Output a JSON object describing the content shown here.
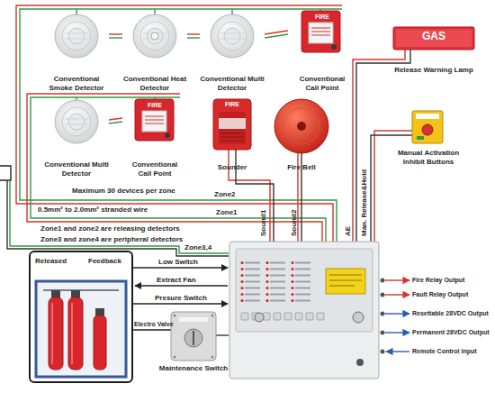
{
  "diagram": {
    "nodes": [
      {
        "text": [
          "Conventional Smoke Detector"
        ]
      },
      {
        "text": [
          "Conventional Heat Detector"
        ]
      },
      {
        "text": [
          "Conventional Multi Detector"
        ]
      },
      {
        "text": [
          "FIRE",
          "Conventional Call Point"
        ]
      },
      {
        "text": [
          "GAS",
          "Release Warning Lamp"
        ]
      },
      {
        "text": [
          "Conventional Multi Detector"
        ]
      },
      {
        "text": [
          "FIRE",
          "Conventional Call Point"
        ]
      },
      {
        "text": [
          "FIRE",
          "Sounder"
        ]
      },
      {
        "text": [
          "Fire Bell"
        ]
      },
      {
        "text": [
          "Manual Activation Inhibit Buttons"
        ]
      },
      {
        "text": [
          "Released",
          "Feedback"
        ]
      },
      {
        "text": [
          "Maintenance Switch"
        ]
      }
    ],
    "edges": [
      {
        "from": 0,
        "to": 1,
        "arrow": "none"
      },
      {
        "from": 1,
        "to": 2,
        "arrow": "none"
      },
      {
        "from": 2,
        "to": 3,
        "arrow": "none"
      },
      {
        "from": 5,
        "to": 6,
        "arrow": "none"
      }
    ],
    "labels": [
      "Maximum 30 devices per zone",
      "0.5mm² to 2.0mm² stranded wire",
      "Zone2",
      "Zone1",
      "Zone1 and zone2 are releasing detectors",
      "Zone3 and zone4 are peripheral detectors",
      "Zone3,4",
      "Sound1",
      "Sound2",
      "AE",
      "Man. Release&Hold",
      "Low Switch",
      "Extract Fan",
      "Presure Switch",
      "Electro Valve",
      "Fire Relay Output",
      "Fault Relay Output",
      "Resettable 28VDC Output",
      "Permanent 28VDC Output",
      "Remote Control Input"
    ]
  }
}
